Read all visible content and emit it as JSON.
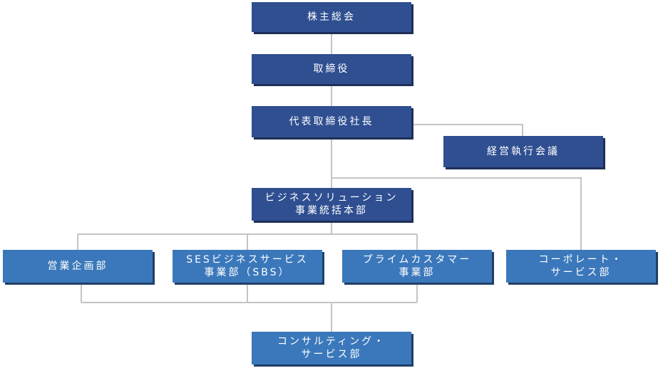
{
  "org_chart": {
    "shareholders_meeting": "株主総会",
    "board_of_directors": "取締役",
    "president": "代表取締役社長",
    "executive_committee": "経営執行会議",
    "business_solutions": "ビジネスソリューション\n事業統括本部",
    "sales_planning": "営業企画部",
    "ses_business_services": "SESビジネスサービス\n事業部（SBS）",
    "prime_customer": "プライムカスタマー\n事業部",
    "corporate_services": "コーポレート・\nサービス部",
    "consulting_services": "コンサルティング・\nサービス部"
  },
  "colors": {
    "primary_box": "#2f4f91",
    "secondary_box": "#3b78bb",
    "connector": "#c4c4c4"
  }
}
